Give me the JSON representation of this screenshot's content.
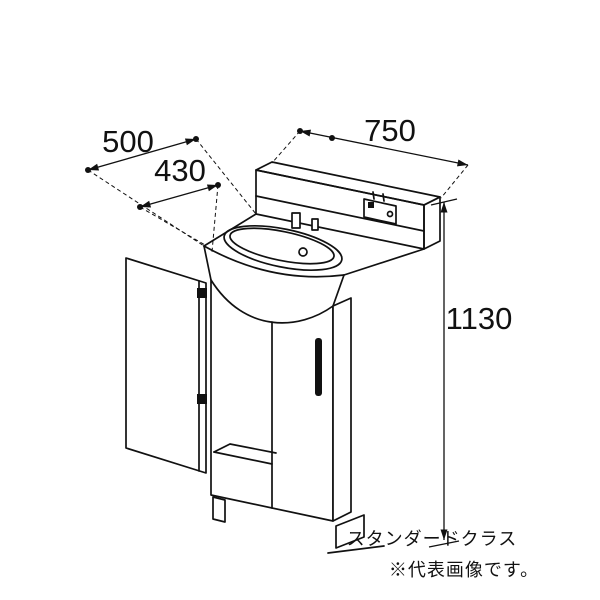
{
  "colors": {
    "background": "#ffffff",
    "line": "#111111"
  },
  "dimensions": {
    "width": "750",
    "depth_total": "500",
    "depth_cabinet": "430",
    "height": "1130"
  },
  "captions": {
    "grade": "スタンダードクラス",
    "note": "※代表画像です。"
  }
}
